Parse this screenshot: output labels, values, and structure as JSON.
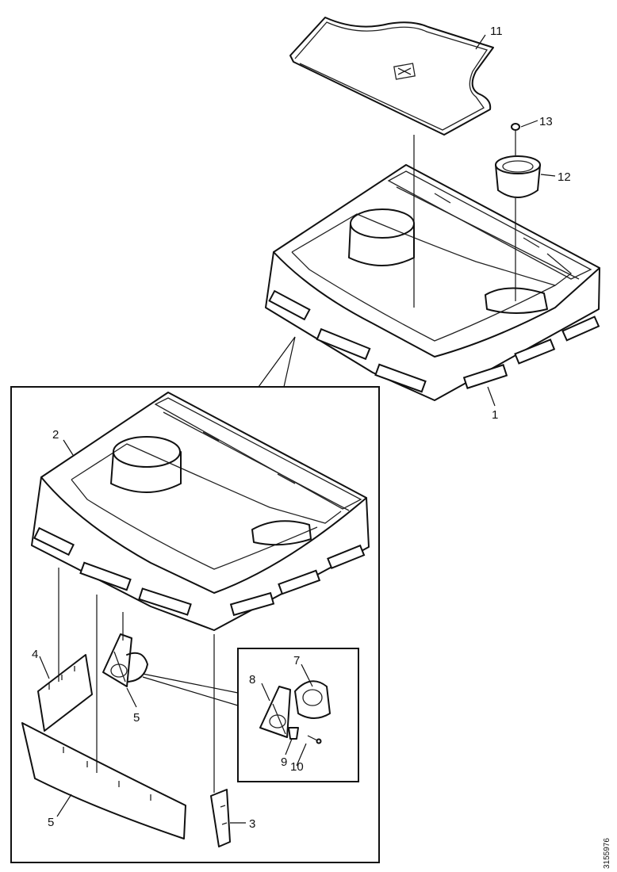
{
  "callouts": {
    "c1": "1",
    "c2": "2",
    "c3": "3",
    "c4": "4",
    "c5a": "5",
    "c5b": "5",
    "c7": "7",
    "c8": "8",
    "c9": "9",
    "c10": "10",
    "c11": "11",
    "c12": "12",
    "c13": "13"
  },
  "drawing_code": "3155976",
  "colors": {
    "line": "#111111",
    "background": "#ffffff"
  }
}
